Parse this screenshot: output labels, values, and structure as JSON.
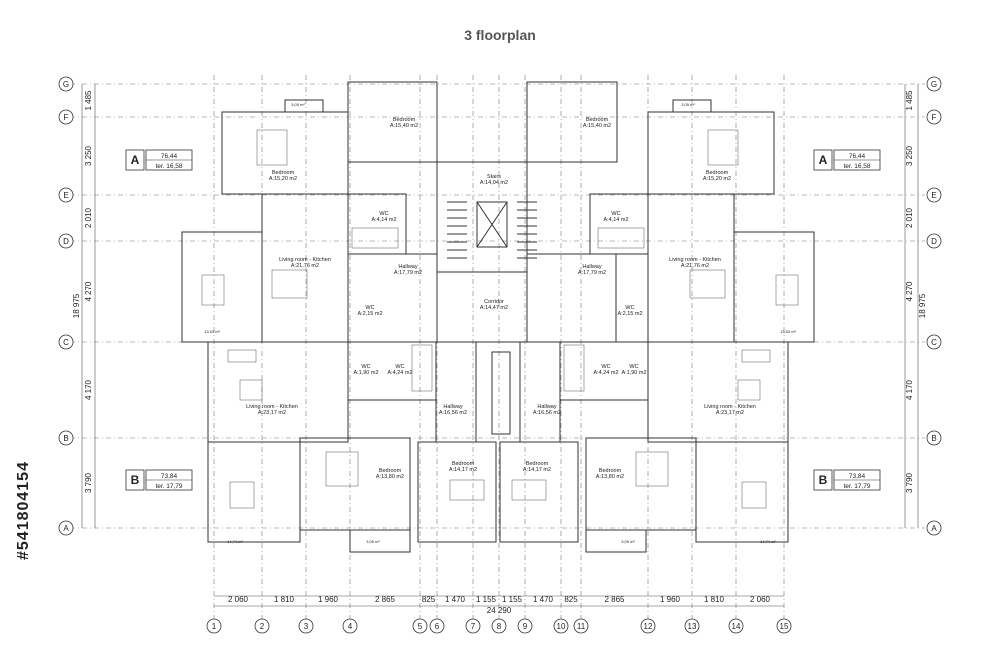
{
  "title": "3 floorplan",
  "watermark": "#541804154",
  "axes_rows": [
    "G",
    "F",
    "E",
    "D",
    "C",
    "B",
    "A"
  ],
  "axes_cols": [
    "1",
    "2",
    "3",
    "4",
    "5",
    "6",
    "7",
    "8",
    "9",
    "10",
    "11",
    "12",
    "13",
    "14",
    "15"
  ],
  "row_dims_left": [
    "1 485",
    "3 250",
    "2 010",
    "4 270",
    "4 170",
    "3 790"
  ],
  "row_dims_right": [
    "1 485",
    "3 250",
    "2 010",
    "4 270",
    "4 170",
    "3 790"
  ],
  "total_height_left": "18 975",
  "total_height_right": "18 975",
  "col_dims": [
    "2 060",
    "1 810",
    "1 960",
    "2 865",
    "825",
    "1 470",
    "1 155",
    "1 155",
    "1 470",
    "825",
    "2 865",
    "1 960",
    "1 810",
    "2 060"
  ],
  "total_width": "24 290",
  "apartments": [
    {
      "letter": "A",
      "area": "76,44",
      "ter": "ter. 16,58"
    },
    {
      "letter": "A",
      "area": "76,44",
      "ter": "ter. 16,58"
    },
    {
      "letter": "B",
      "area": "73,84",
      "ter": "ter. 17,79"
    },
    {
      "letter": "B",
      "area": "73,84",
      "ter": "ter. 17,79"
    }
  ],
  "rooms": [
    {
      "name": "Bedroom",
      "area": "A:15,40 m2"
    },
    {
      "name": "Bedroom",
      "area": "A:15,40 m2"
    },
    {
      "name": "Bedroom",
      "area": "A:15,20 m2"
    },
    {
      "name": "Bedroom",
      "area": "A:15,20 m2"
    },
    {
      "name": "Stairs",
      "area": "A:14,04 m2"
    },
    {
      "name": "WC",
      "area": "A:4,14 m2"
    },
    {
      "name": "WC",
      "area": "A:4,14 m2"
    },
    {
      "name": "Living room - Kitchen",
      "area": "A:21,76 m2"
    },
    {
      "name": "Living room - Kitchen",
      "area": "A:21,76 m2"
    },
    {
      "name": "Hallway",
      "area": "A:17,79 m2"
    },
    {
      "name": "Hallway",
      "area": "A:17,79 m2"
    },
    {
      "name": "Corridor",
      "area": "A:14,47 m2"
    },
    {
      "name": "WC",
      "area": "A:2,15 m2"
    },
    {
      "name": "WC",
      "area": "A:2,15 m2"
    },
    {
      "name": "WC",
      "area": "A:1,90 m2"
    },
    {
      "name": "WC",
      "area": "A:4,24 m2"
    },
    {
      "name": "WC",
      "area": "A:4,24 m2"
    },
    {
      "name": "WC",
      "area": "A:1,90 m2"
    },
    {
      "name": "Living room - Kitchen",
      "area": "A:23,17 m2"
    },
    {
      "name": "Living room - Kitchen",
      "area": "A:23,17 m2"
    },
    {
      "name": "Hallway",
      "area": "A:16,56 m2"
    },
    {
      "name": "Hallway",
      "area": "A:16,56 m2"
    },
    {
      "name": "Bedroom",
      "area": "A:13,80 m2"
    },
    {
      "name": "Bedroom",
      "area": "A:13,80 m2"
    },
    {
      "name": "Bedroom",
      "area": "A:14,17 m2"
    },
    {
      "name": "Bedroom",
      "area": "A:14,17 m2"
    }
  ],
  "small_areas": [
    "3,05 m²",
    "3,05 m²",
    "13,53 m²",
    "13,53 m²",
    "3,05 m²",
    "3,05 m²",
    "14,74 m²",
    "14,74 m²"
  ]
}
